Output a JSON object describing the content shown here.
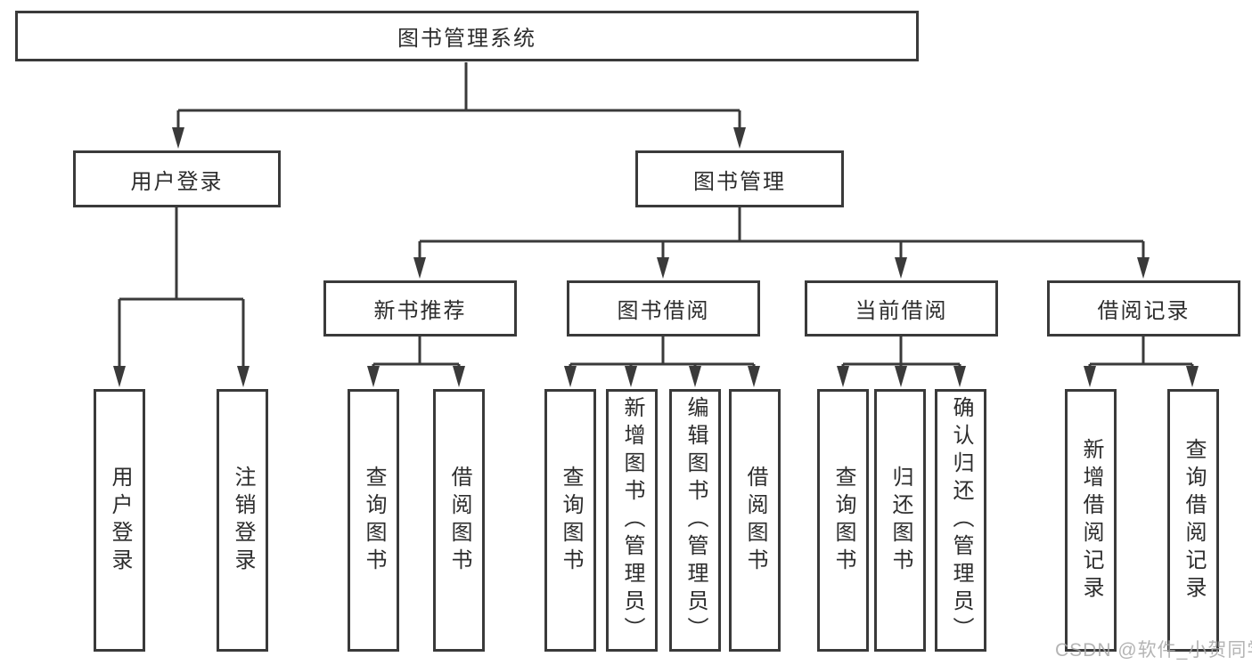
{
  "diagram": {
    "root": {
      "label": "图书管理系统"
    },
    "level2": [
      {
        "label": "用户登录"
      },
      {
        "label": "图书管理"
      }
    ],
    "level3": [
      {
        "label": "新书推荐",
        "parent": "图书管理"
      },
      {
        "label": "图书借阅",
        "parent": "图书管理"
      },
      {
        "label": "当前借阅",
        "parent": "图书管理"
      },
      {
        "label": "借阅记录",
        "parent": "图书管理"
      }
    ],
    "leaves": [
      {
        "label": "用户登录",
        "parent": "用户登录"
      },
      {
        "label": "注销登录",
        "parent": "用户登录"
      },
      {
        "label": "查询图书",
        "parent": "新书推荐"
      },
      {
        "label": "借阅图书",
        "parent": "新书推荐"
      },
      {
        "label": "查询图书",
        "parent": "图书借阅"
      },
      {
        "label": "新增图书（管理员）",
        "parent": "图书借阅"
      },
      {
        "label": "编辑图书（管理员）",
        "parent": "图书借阅"
      },
      {
        "label": "借阅图书",
        "parent": "图书借阅"
      },
      {
        "label": "查询图书",
        "parent": "当前借阅"
      },
      {
        "label": "归还图书",
        "parent": "当前借阅"
      },
      {
        "label": "确认归还（管理员）",
        "parent": "当前借阅"
      },
      {
        "label": "新增借阅记录",
        "parent": "借阅记录"
      },
      {
        "label": "查询借阅记录",
        "parent": "借阅记录"
      }
    ],
    "watermark": "CSDN @软件_小贺同学",
    "colors": {
      "line": "#3a3a3a",
      "box_fill": "#ffffff",
      "text": "#2d2d2d",
      "watermark": "#a8a8a8"
    }
  }
}
